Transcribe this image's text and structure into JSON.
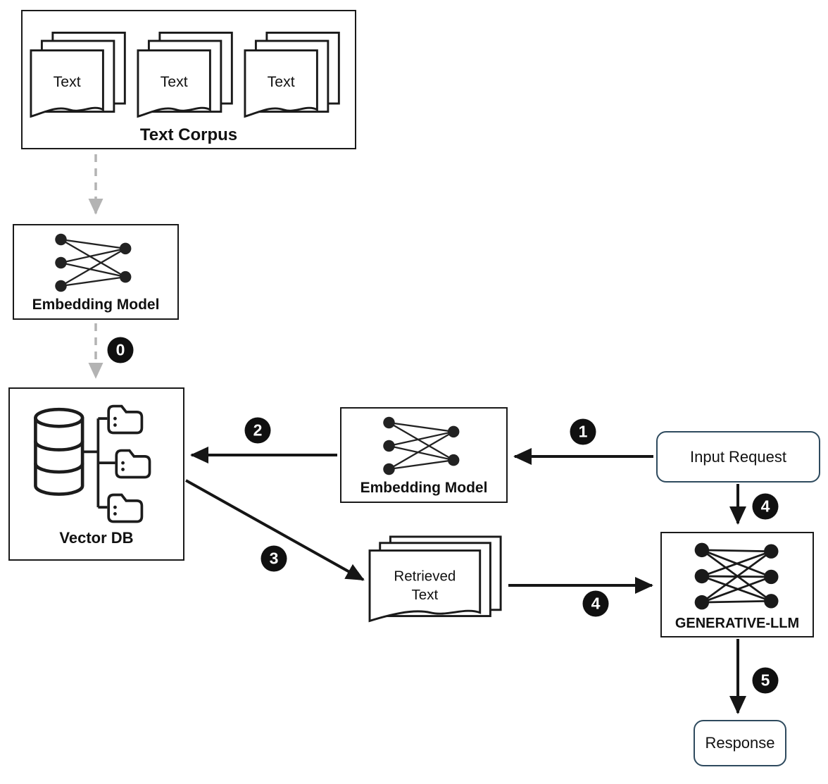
{
  "diagram": {
    "text_corpus": {
      "label": "Text Corpus",
      "documents": [
        {
          "label": "Text"
        },
        {
          "label": "Text"
        },
        {
          "label": "Text"
        }
      ]
    },
    "embedding_model_offline": {
      "label": "Embedding Model"
    },
    "vector_db": {
      "label": "Vector DB"
    },
    "embedding_model_query": {
      "label": "Embedding Model"
    },
    "input_request": {
      "label": "Input Request"
    },
    "retrieved_text": {
      "line1": "Retrieved",
      "line2": "Text"
    },
    "generative_llm": {
      "label": "GENERATIVE-LLM"
    },
    "response": {
      "label": "Response"
    },
    "steps": {
      "index": "0",
      "embed_query": "1",
      "search": "2",
      "retrieve": "3",
      "context": "4",
      "prompt": "4",
      "generate": "5"
    },
    "colors": {
      "solid_arrow": "#151515",
      "dashed_arrow": "#b3b3b3",
      "badge_background": "#101010",
      "badge_text": "#ffffff",
      "box_border": "#1a1a1a",
      "rounded_box_border": "#2e4a5e",
      "background": "#ffffff"
    }
  }
}
